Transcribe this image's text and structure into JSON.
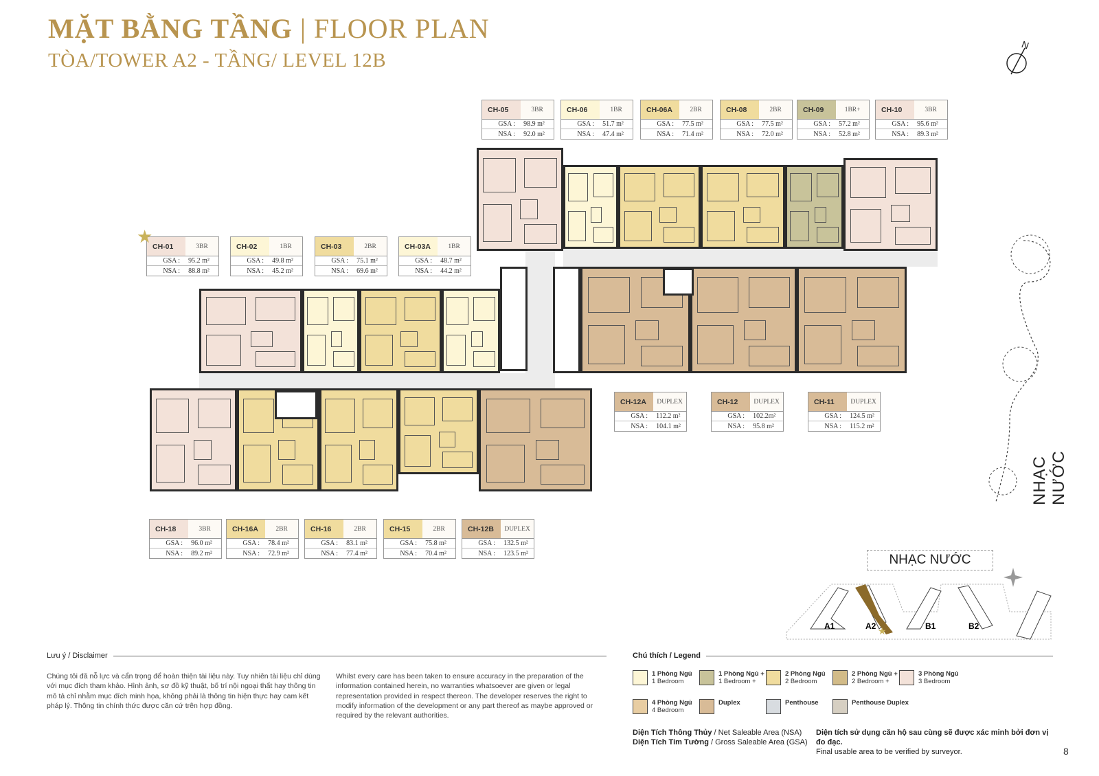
{
  "header": {
    "title_vi": "MẶT BẰNG TẦNG",
    "separator": "|",
    "title_en": "FLOOR PLAN",
    "subtitle": "TÒA/TOWER A2 - TẦNG/ LEVEL 12B"
  },
  "colors": {
    "gold": "#b8944f",
    "1br": "#fdf6d6",
    "1br_plus": "#c8c39a",
    "2br": "#f0dc9e",
    "2br_plus": "#d2bb88",
    "3br": "#f3e2d9",
    "4br": "#e8cda2",
    "duplex": "#d8bb97",
    "penthouse": "#d8dce0",
    "penthouse_duplex": "#d6cfc2"
  },
  "units": [
    {
      "id": "CH-05",
      "type": "3BR",
      "gsa": "98.9 m²",
      "nsa": "92.0 m²",
      "color": "#f3e2d9"
    },
    {
      "id": "CH-06",
      "type": "1BR",
      "gsa": "51.7 m²",
      "nsa": "47.4 m²",
      "color": "#fdf6d6"
    },
    {
      "id": "CH-06A",
      "type": "2BR",
      "gsa": "77.5 m²",
      "nsa": "71.4 m²",
      "color": "#f0dc9e"
    },
    {
      "id": "CH-08",
      "type": "2BR",
      "gsa": "77.5 m²",
      "nsa": "72.0 m²",
      "color": "#f0dc9e"
    },
    {
      "id": "CH-09",
      "type": "1BR+",
      "gsa": "57.2 m²",
      "nsa": "52.8 m²",
      "color": "#c8c39a"
    },
    {
      "id": "CH-10",
      "type": "3BR",
      "gsa": "95.6 m²",
      "nsa": "89.3 m²",
      "color": "#f3e2d9"
    },
    {
      "id": "CH-01",
      "type": "3BR",
      "gsa": "95.2 m²",
      "nsa": "88.8 m²",
      "color": "#f3e2d9"
    },
    {
      "id": "CH-02",
      "type": "1BR",
      "gsa": "49.8 m²",
      "nsa": "45.2 m²",
      "color": "#fdf6d6"
    },
    {
      "id": "CH-03",
      "type": "2BR",
      "gsa": "75.1 m²",
      "nsa": "69.6 m²",
      "color": "#f0dc9e"
    },
    {
      "id": "CH-03A",
      "type": "1BR",
      "gsa": "48.7 m²",
      "nsa": "44.2 m²",
      "color": "#fdf6d6"
    },
    {
      "id": "CH-12A",
      "type": "DUPLEX",
      "gsa": "112.2 m²",
      "nsa": "104.1 m²",
      "color": "#d8bb97"
    },
    {
      "id": "CH-12",
      "type": "DUPLEX",
      "gsa": "102.2m²",
      "nsa": "95.8 m²",
      "color": "#d8bb97"
    },
    {
      "id": "CH-11",
      "type": "DUPLEX",
      "gsa": "124.5 m²",
      "nsa": "115.2 m²",
      "color": "#d8bb97"
    },
    {
      "id": "CH-18",
      "type": "3BR",
      "gsa": "96.0 m²",
      "nsa": "89.2 m²",
      "color": "#f3e2d9"
    },
    {
      "id": "CH-16A",
      "type": "2BR",
      "gsa": "78.4 m²",
      "nsa": "72.9 m²",
      "color": "#f0dc9e"
    },
    {
      "id": "CH-16",
      "type": "2BR",
      "gsa": "83.1 m²",
      "nsa": "77.4 m²",
      "color": "#f0dc9e"
    },
    {
      "id": "CH-15",
      "type": "2BR",
      "gsa": "75.8 m²",
      "nsa": "70.4 m²",
      "color": "#f0dc9e"
    },
    {
      "id": "CH-12B",
      "type": "DUPLEX",
      "gsa": "132.5 m²",
      "nsa": "123.5 m²",
      "color": "#d8bb97"
    }
  ],
  "labels": {
    "gsa": "GSA :",
    "nsa": "NSA :"
  },
  "fountain_label": "NHẠC NƯỚC",
  "site_map": {
    "title": "NHẠC NƯỚC",
    "towers": [
      "A1",
      "A2",
      "B1",
      "B2"
    ]
  },
  "disclaimer": {
    "heading": "Lưu ý / Disclaimer",
    "vi": "Chúng tôi đã nỗ lực và cẩn trọng để hoàn thiện tài liệu này. Tuy nhiên tài liệu chỉ dùng với mục đích tham khảo. Hình ảnh, sơ đồ kỹ thuật, bố trí nội ngoại thất hay thông tin mô tả chỉ nhằm mục đích minh họa, không phải là thông tin hiện thực hay cam kết pháp lý. Thông tin chính thức được căn cứ trên hợp đồng.",
    "en": "Whilst every care has been taken to ensure accuracy in the preparation of the information contained herein, no warranties whatsoever are given or legal representation provided in respect thereon. The developer reserves the right to modify information of the development or any part thereof as maybe approved or required by the relevant authorities."
  },
  "legend": {
    "heading": "Chú thích / Legend",
    "items": [
      {
        "vi": "1 Phòng Ngủ",
        "en": "1 Bedroom",
        "color": "#fdf6d6"
      },
      {
        "vi": "1 Phòng Ngủ +",
        "en": "1 Bedroom +",
        "color": "#c8c39a"
      },
      {
        "vi": "2 Phòng Ngủ",
        "en": "2 Bedroom",
        "color": "#f0dc9e"
      },
      {
        "vi": "2 Phòng Ngủ +",
        "en": "2 Bedroom +",
        "color": "#d2bb88"
      },
      {
        "vi": "3 Phòng Ngủ",
        "en": "3 Bedroom",
        "color": "#f3e2d9"
      },
      {
        "vi": "4 Phòng Ngủ",
        "en": "4 Bedroom",
        "color": "#e8cda2"
      },
      {
        "vi": "Duplex",
        "en": "",
        "color": "#d8bb97"
      },
      {
        "vi": "Penthouse",
        "en": "",
        "color": "#d8dce0"
      },
      {
        "vi": "Penthouse Duplex",
        "en": "",
        "color": "#d6cfc2"
      }
    ]
  },
  "area_notes": {
    "nsa_vi": "Diện Tích Thông Thủy",
    "nsa_en": " / Net Saleable Area (NSA)",
    "gsa_vi": "Diện Tích Tim Tường",
    "gsa_en": " / Gross Saleable Area (GSA)",
    "verify_vi": "Diện tích sử dụng căn hộ sau cùng sẽ được xác minh bởi đơn vị đo đạc.",
    "verify_en": "Final usable area to be verified by surveyor."
  },
  "page_number": "8"
}
